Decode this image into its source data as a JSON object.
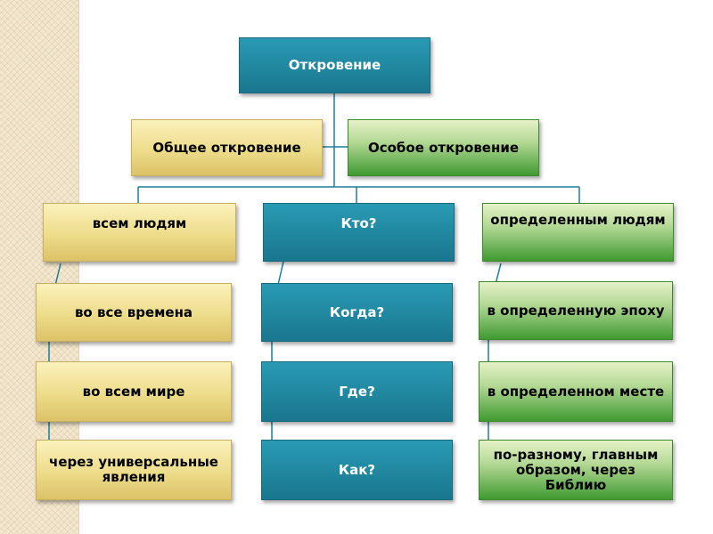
{
  "nodes": {
    "root": "Откровение",
    "general": "Общее откровение",
    "special": "Особое откровение",
    "col1": [
      "всем людям",
      "во все времена",
      "во всем мире",
      "через универсальные явления"
    ],
    "col2": [
      "Кто?",
      "Когда?",
      "Где?",
      "Как?"
    ],
    "col3": [
      "определенным людям",
      "в определенную эпоху",
      "в определенном месте",
      "по-разному, главным образом, через Библию"
    ]
  }
}
